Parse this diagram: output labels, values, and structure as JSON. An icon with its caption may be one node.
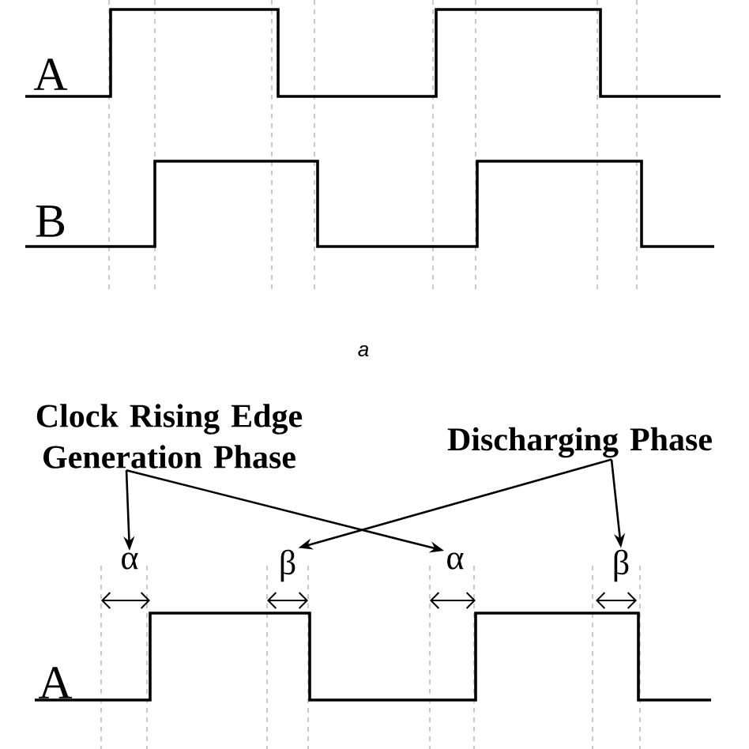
{
  "diagram": {
    "nodes": [
      {
        "text": [
          "Clock Rising Edge Generation Phase"
        ]
      },
      {
        "text": [
          "Discharging Phase"
        ]
      },
      {
        "text": [
          "α"
        ]
      },
      {
        "text": [
          "β"
        ]
      },
      {
        "text": [
          "α"
        ]
      },
      {
        "text": [
          "β"
        ]
      }
    ],
    "edges": [
      {
        "from": 0,
        "to": 2,
        "arrow": "to"
      },
      {
        "from": 0,
        "to": 4,
        "arrow": "to"
      },
      {
        "from": 1,
        "to": 3,
        "arrow": "to"
      },
      {
        "from": 1,
        "to": 5,
        "arrow": "to"
      }
    ],
    "labels": [
      "A",
      "B",
      "a",
      "A"
    ]
  }
}
